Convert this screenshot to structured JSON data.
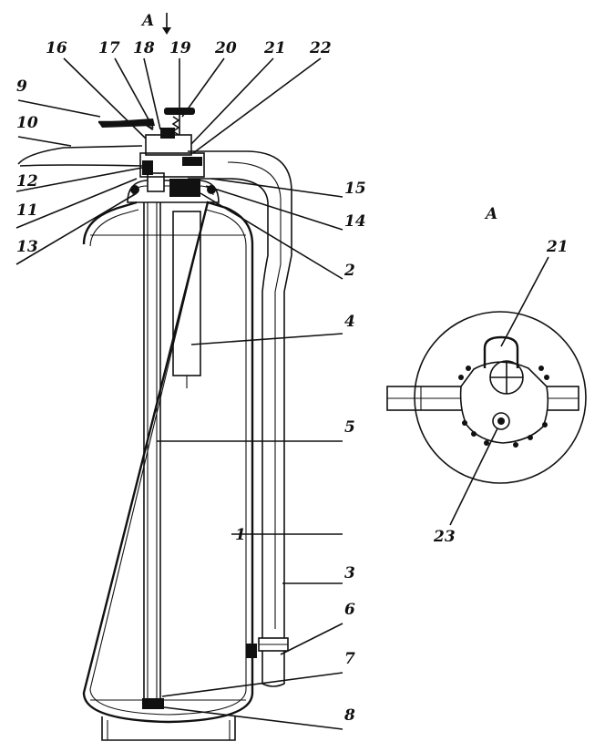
{
  "figure": {
    "view_marker": "A",
    "detail_title": "A",
    "callouts": [
      "1",
      "2",
      "3",
      "4",
      "5",
      "6",
      "7",
      "8",
      "9",
      "10",
      "11",
      "12",
      "13",
      "14",
      "15",
      "16",
      "17",
      "18",
      "19",
      "20",
      "21",
      "22",
      "23"
    ],
    "detail_callouts": [
      "21",
      "23"
    ]
  }
}
